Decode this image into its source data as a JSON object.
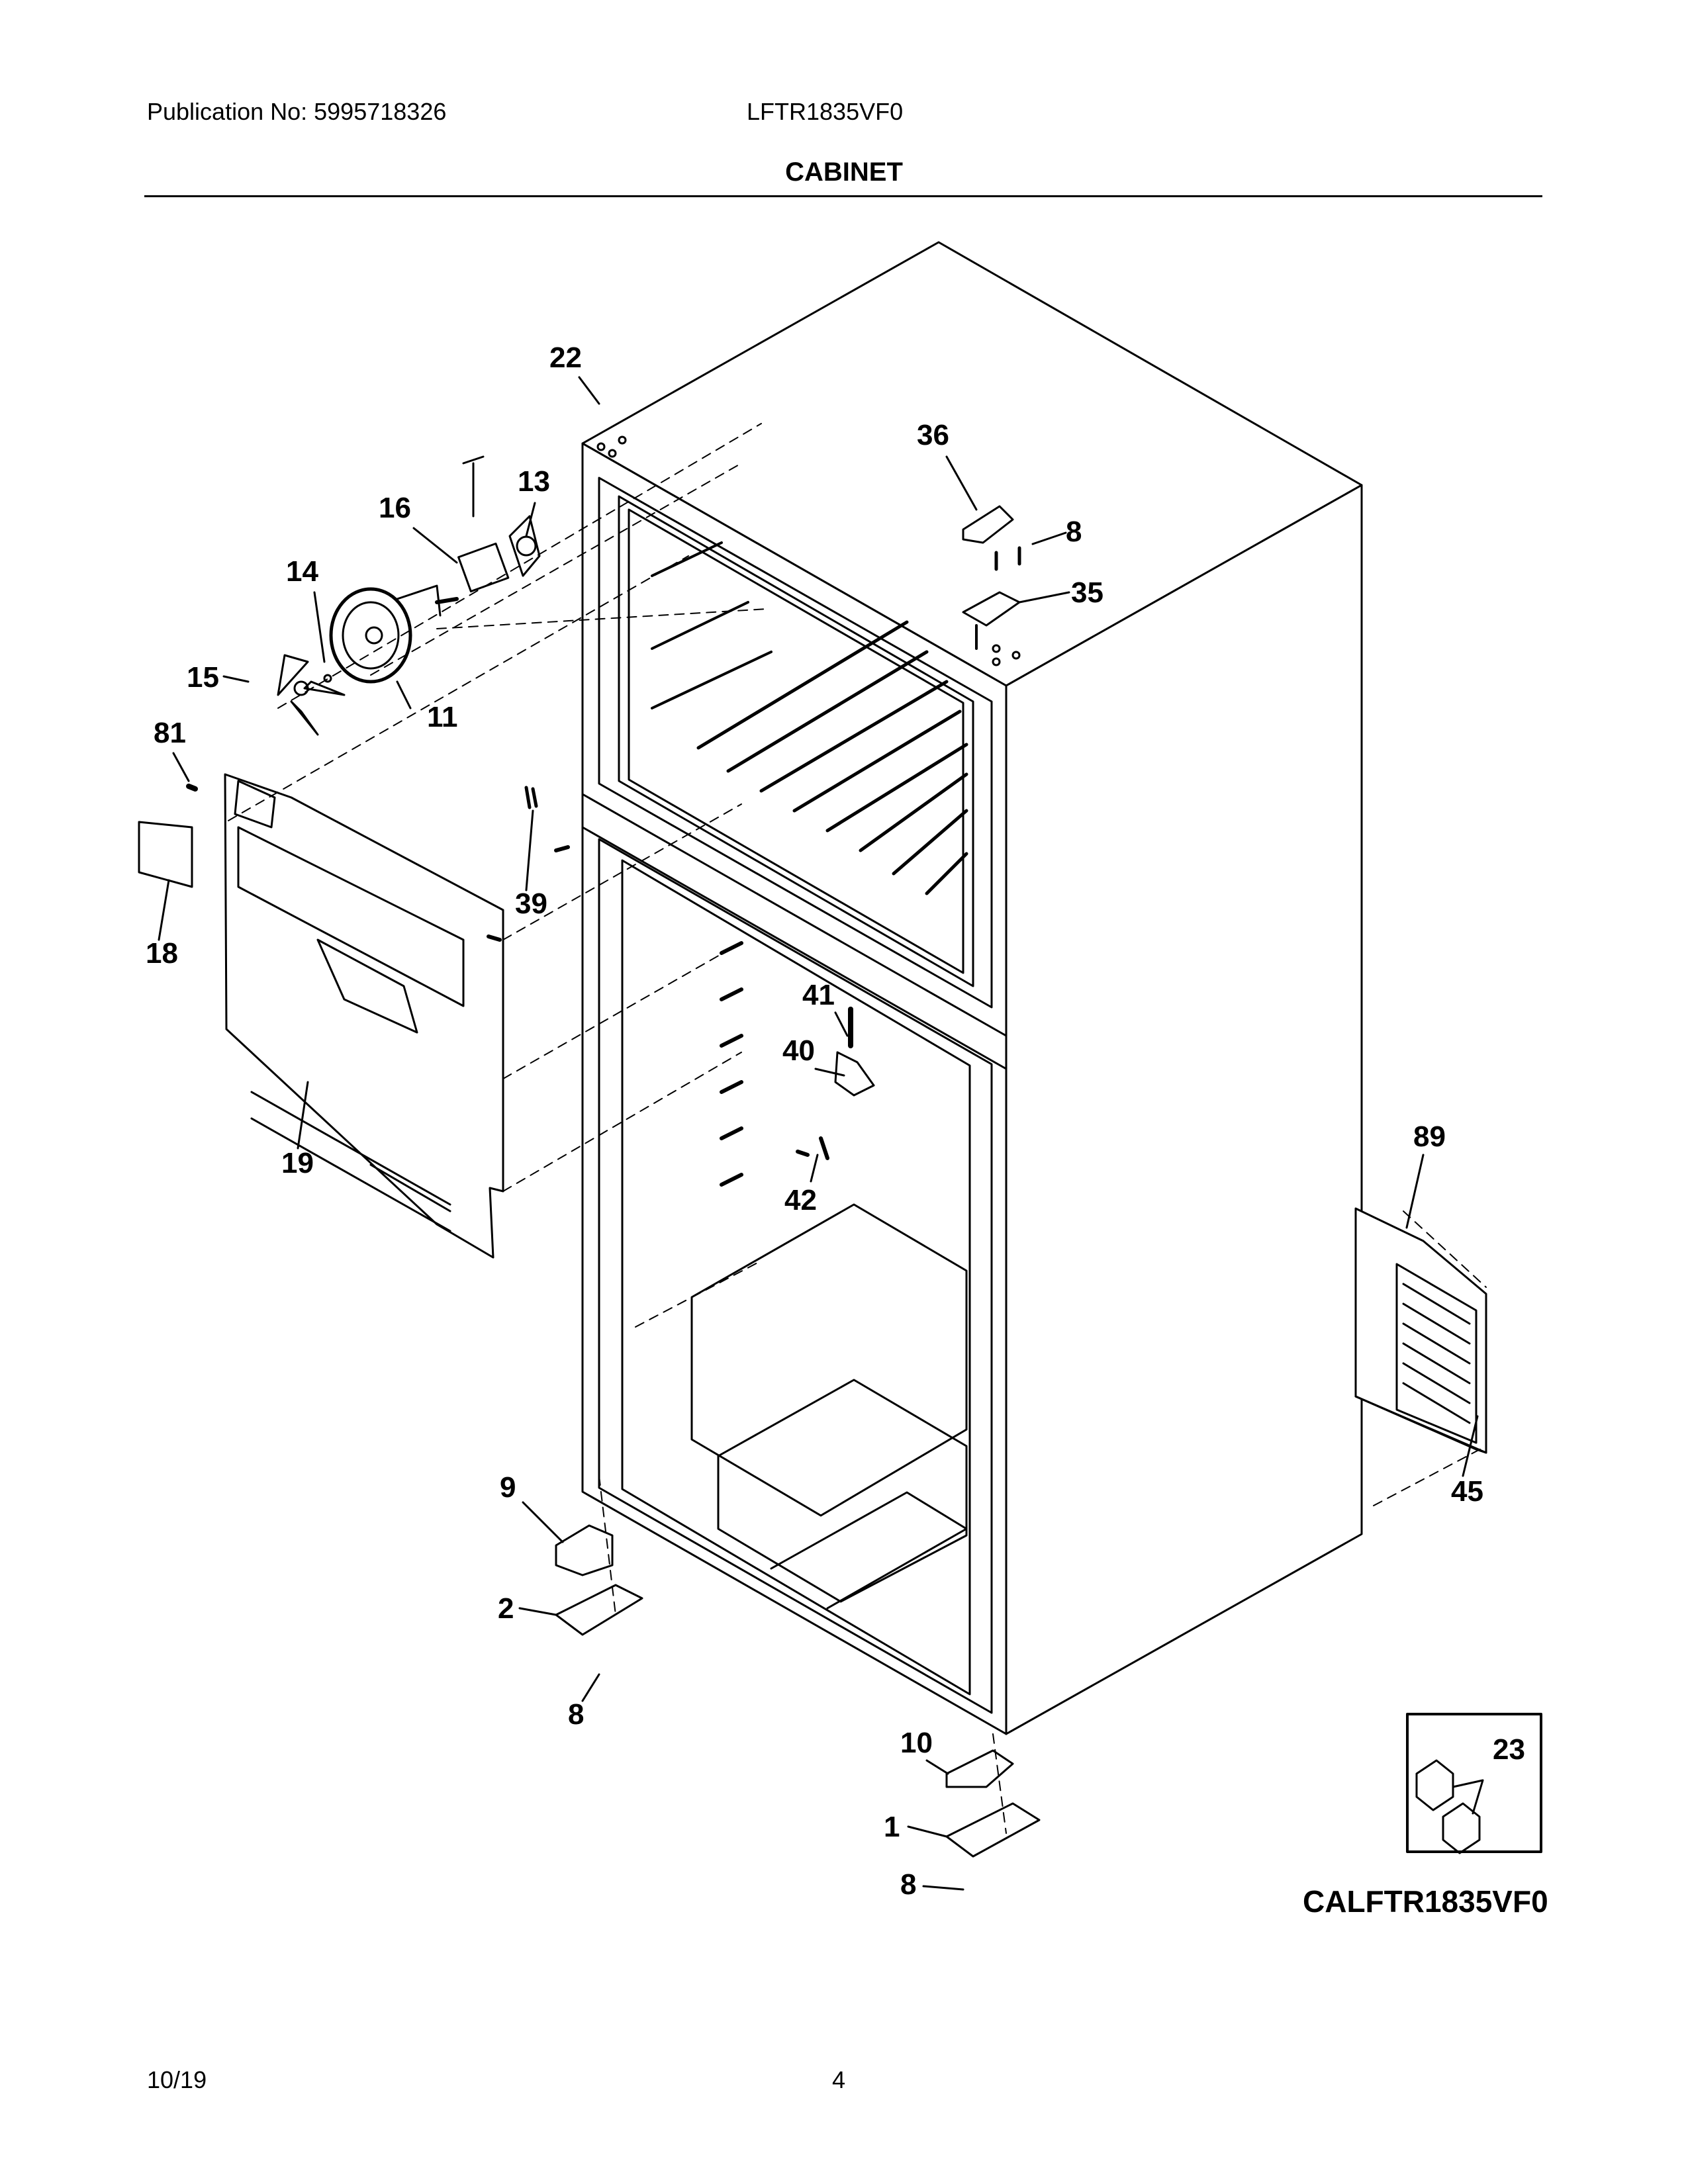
{
  "header": {
    "publication": "Publication No: 5995718326",
    "model": "LFTR1835VF0",
    "section": "CABINET"
  },
  "diagram": {
    "labels": [
      "22",
      "36",
      "13",
      "16",
      "8",
      "14",
      "35",
      "15",
      "11",
      "81",
      "39",
      "18",
      "41",
      "40",
      "19",
      "89",
      "42",
      "45",
      "9",
      "2",
      "8",
      "10",
      "23",
      "1",
      "8"
    ],
    "inset_label": "23",
    "code": "CALFTR1835VF0"
  },
  "footer": {
    "date": "10/19",
    "page": "4"
  }
}
